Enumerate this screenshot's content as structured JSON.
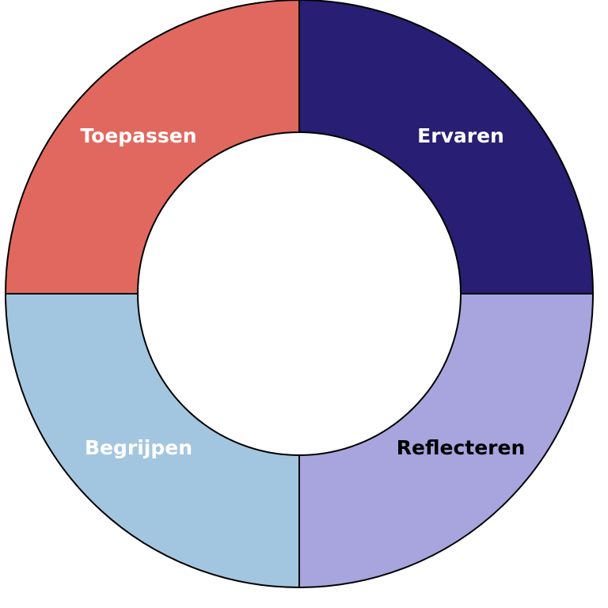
{
  "diagram": {
    "type": "donut-cycle",
    "segments": [
      {
        "label": "Ervaren",
        "color": "#281e73",
        "text_color": "#ffffff"
      },
      {
        "label": "Reflecteren",
        "color": "#a8a4de",
        "text_color": "#000000"
      },
      {
        "label": "Begrijpen",
        "color": "#a3c6e0",
        "text_color": "#ffffff"
      },
      {
        "label": "Toepassen",
        "color": "#e1685e",
        "text_color": "#ffffff"
      }
    ],
    "outline_color": "#000000"
  }
}
